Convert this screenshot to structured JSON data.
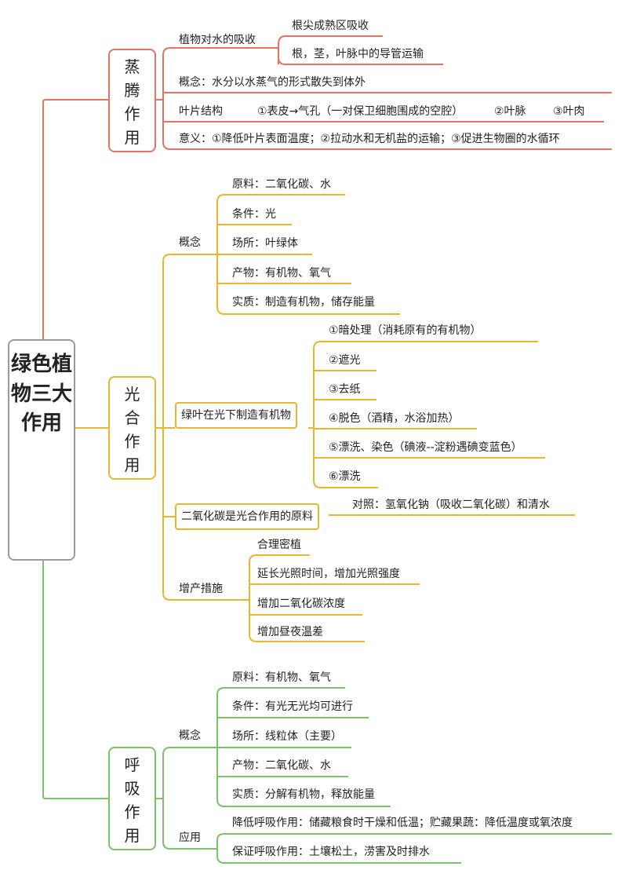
{
  "root": "绿色植物三大作用",
  "colors": {
    "transpiration": "#e57366",
    "photosynthesis": "#e8b62f",
    "respiration": "#7cc16b"
  },
  "transpiration": {
    "title": "蒸腾作用",
    "absorb": "植物对水的吸收",
    "absorb_children": [
      "根尖成熟区吸收",
      "根，茎，叶脉中的导管运输"
    ],
    "concept": "概念：水分以水蒸气的形式散失到体外",
    "leaf_structure": "叶片结构",
    "leaf_parts": [
      "①表皮→气孔（一对保卫细胞围成的空腔）",
      "②叶脉",
      "③叶肉"
    ],
    "significance": "意义：①降低叶片表面温度；②拉动水和无机盐的运输；③促进生物圈的水循环"
  },
  "photosynthesis": {
    "title": "光合作用",
    "concept": "概念",
    "concept_items": [
      "原料：二氧化碳、水",
      "条件：光",
      "场所：叶绿体",
      "产物：有机物、氧气",
      "实质：制造有机物，储存能量"
    ],
    "experiment": "绿叶在光下制造有机物",
    "experiment_steps": [
      "①暗处理（消耗原有的有机物）",
      "②遮光",
      "③去纸",
      "④脱色（酒精，水浴加热）",
      "⑤漂洗、染色（碘液--淀粉遇碘变蓝色）",
      "⑥漂洗"
    ],
    "co2": "二氧化碳是光合作用的原料",
    "co2_control": "对照：氢氧化钠（吸收二氧化碳）和清水",
    "increase": "增产措施",
    "increase_items": [
      "合理密植",
      "延长光照时间，增加光照强度",
      "增加二氧化碳浓度",
      "增加昼夜温差"
    ]
  },
  "respiration": {
    "title": "呼吸作用",
    "concept": "概念",
    "concept_items": [
      "原料：有机物、氧气",
      "条件：有光无光均可进行",
      "场所：线粒体（主要）",
      "产物：二氧化碳、水",
      "实质：分解有机物，释放能量"
    ],
    "application": "应用",
    "application_items": [
      "降低呼吸作用：储藏粮食时干燥和低温；贮藏果蔬：降低温度或氧浓度",
      "保证呼吸作用：土壤松土，涝害及时排水"
    ]
  }
}
